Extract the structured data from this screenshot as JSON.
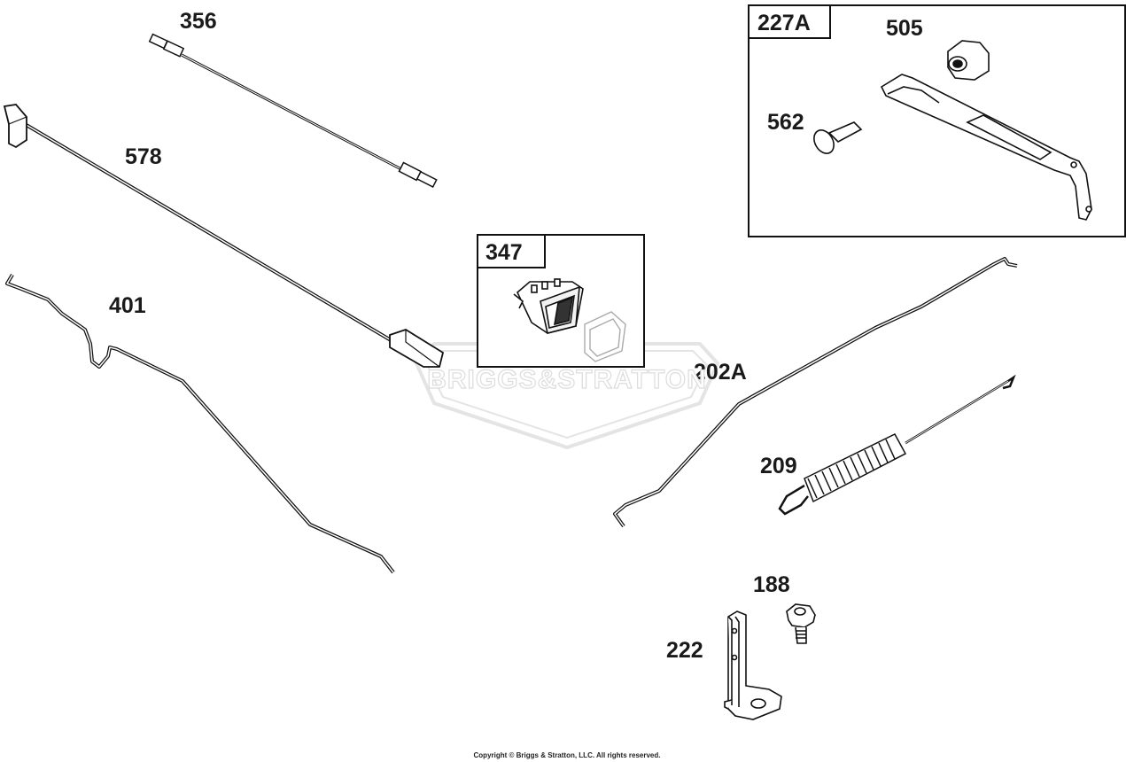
{
  "diagram": {
    "watermark": "BRIGGS&STRATTON",
    "copyright": "Copyright © Briggs & Stratton, LLC. All rights reserved.",
    "parts": {
      "p356": "356",
      "p578": "578",
      "p401": "401",
      "p347": "347",
      "p227A": "227A",
      "p505": "505",
      "p562": "562",
      "p202A": "202A",
      "p209": "209",
      "p188": "188",
      "p222": "222"
    }
  }
}
